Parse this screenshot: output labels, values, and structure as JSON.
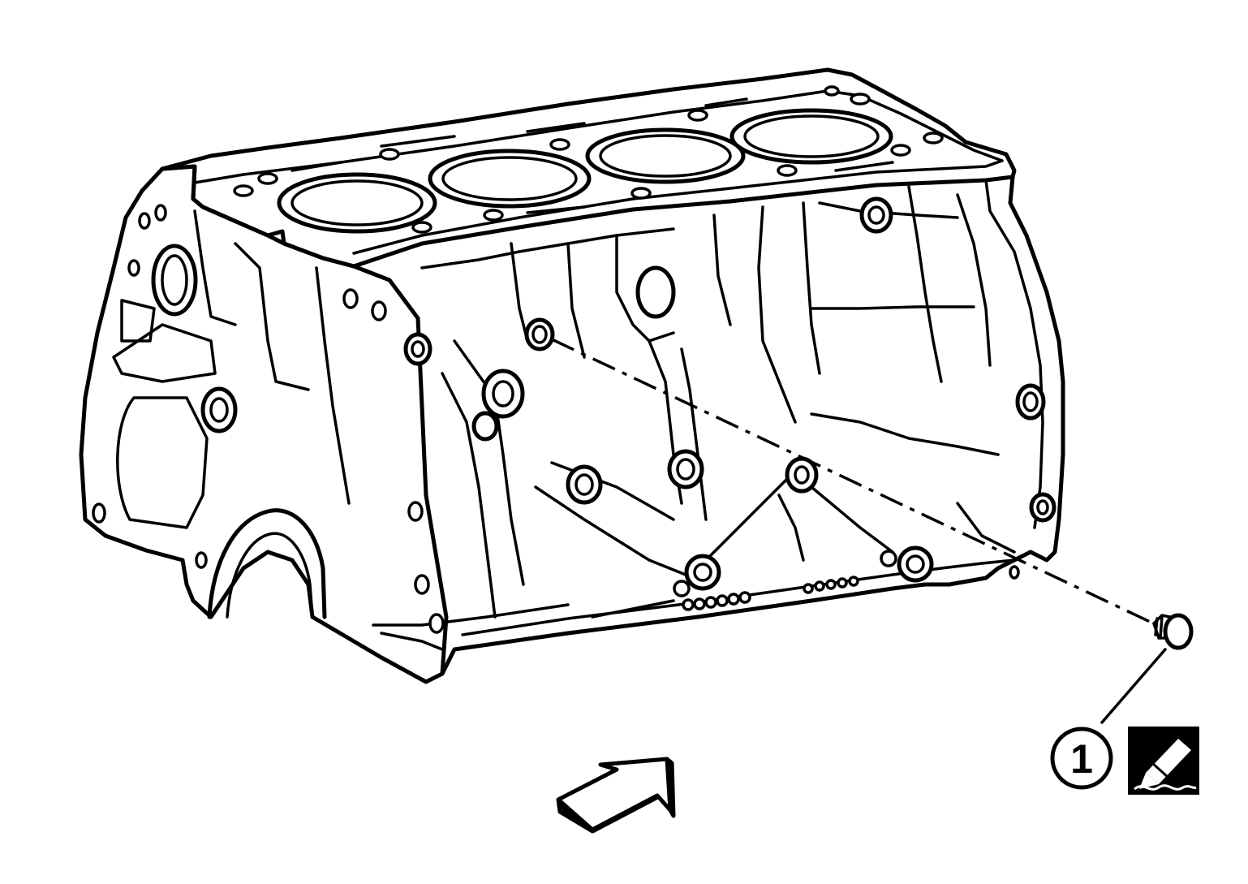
{
  "diagram": {
    "callouts": [
      {
        "id": "1",
        "label": "1",
        "target": "plug"
      }
    ],
    "icons": {
      "sealant": "sealant-applicator-icon",
      "direction": "front-direction-arrow-icon"
    },
    "colors": {
      "line": "#000000",
      "background": "#ffffff"
    }
  }
}
